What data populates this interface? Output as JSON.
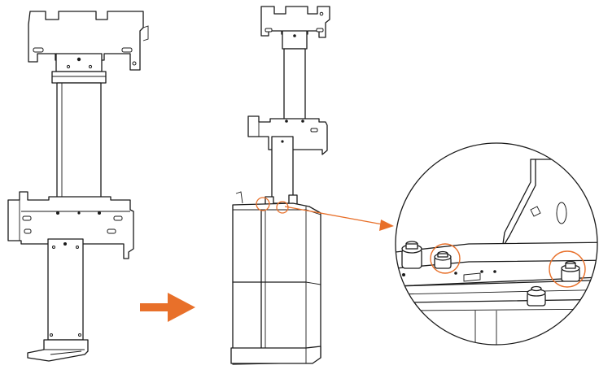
{
  "accent_color": "#e8702a",
  "line_color": "#1a1a1a",
  "icons": [
    "bracket-assembly",
    "battery-on-bracket",
    "arrow-right",
    "zoom-detail-circle"
  ]
}
